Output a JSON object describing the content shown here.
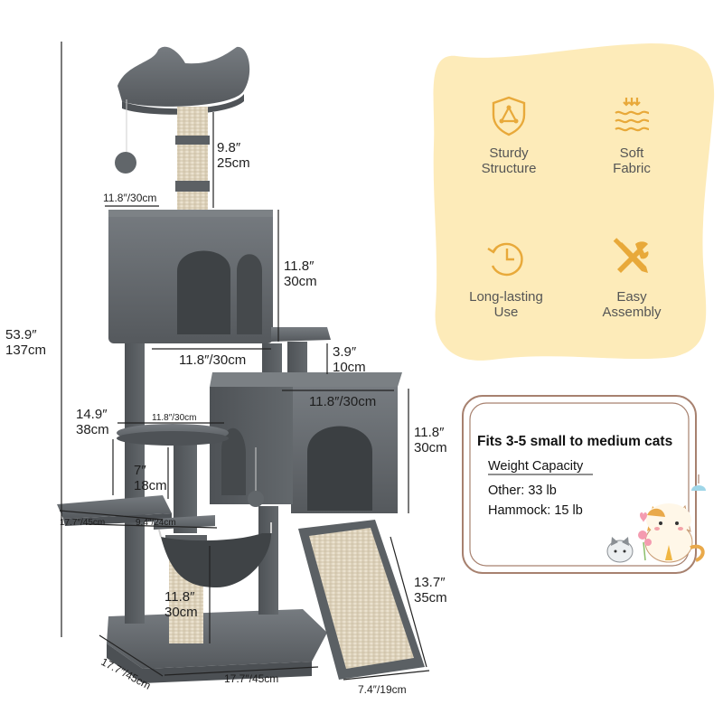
{
  "dimensions": {
    "total_height": [
      "53.9″",
      "137cm"
    ],
    "post_top": [
      "9.8″",
      "25cm"
    ],
    "top_perch_width": "11.8″/30cm",
    "upper_condo_height": [
      "11.8″",
      "30cm"
    ],
    "upper_condo_width": "11.8″/30cm",
    "gap": [
      "3.9″",
      "10cm"
    ],
    "lower_condo_width": "11.8″/30cm",
    "lower_condo_height": [
      "11.8″",
      "30cm"
    ],
    "side_platform_gap": [
      "14.9″",
      "38cm"
    ],
    "round_platform_width": "11.8″/30cm",
    "hammock_gap": [
      "7″",
      "18cm"
    ],
    "left_step_width": "17.7″/45cm",
    "hammock_width": "9.4″/24cm",
    "lower_post_height": [
      "11.8″",
      "30cm"
    ],
    "ramp_height": [
      "13.7″",
      "35cm"
    ],
    "base_depth": "17.7″/45cm",
    "base_width": "17.7″/45cm",
    "ramp_width": "7.4″/19cm"
  },
  "features": [
    {
      "icon": "triangle-shield-icon",
      "lines": [
        "Sturdy",
        "Structure"
      ]
    },
    {
      "icon": "wavy-fabric-icon",
      "lines": [
        "Soft",
        "Fabric"
      ]
    },
    {
      "icon": "clock-arrow-icon",
      "lines": [
        "Long-lasting",
        "Use"
      ]
    },
    {
      "icon": "tools-icon",
      "lines": [
        "Easy",
        "Assembly"
      ]
    }
  ],
  "card": {
    "title": "Fits 3-5 small to medium cats",
    "weight_capacity": "Weight Capacity",
    "other": "Other: 33 lb",
    "hammock": "Hammock: 15 lb"
  },
  "colors": {
    "fabric": "#5d6266",
    "sisal": "#e4dac6",
    "accent": "#e8a93a",
    "panel": "#fdebb9",
    "card_border": "#a7816f"
  }
}
